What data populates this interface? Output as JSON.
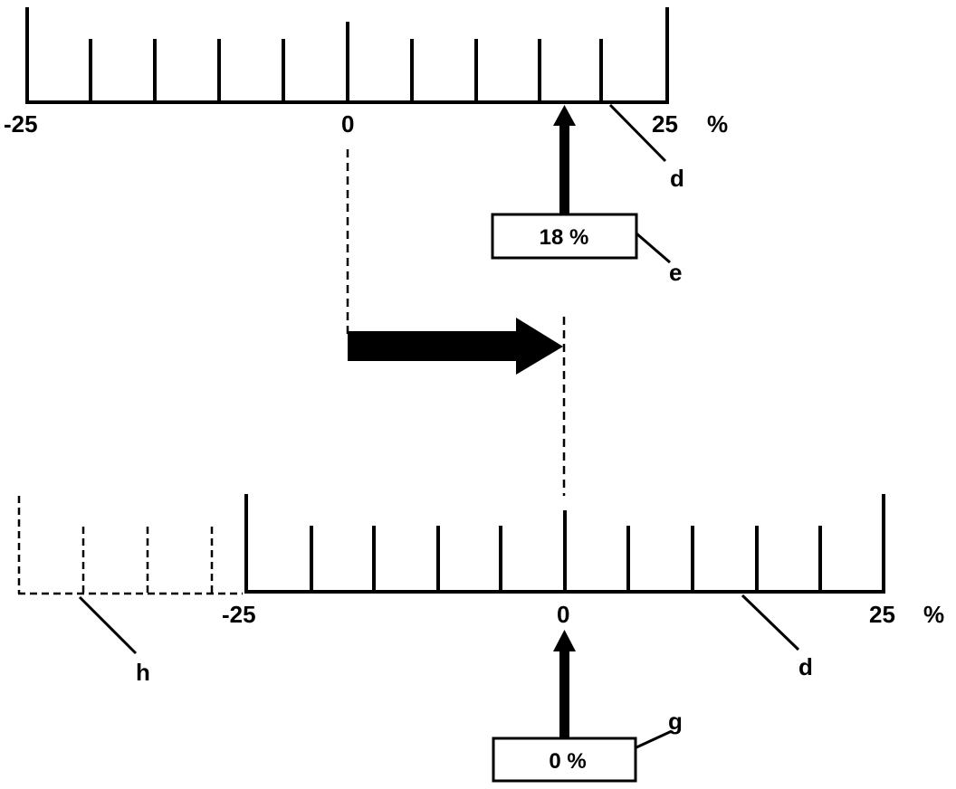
{
  "top_scale": {
    "min_label": "-25",
    "zero_label": "0",
    "max_label": "25",
    "unit": "%",
    "ref_letter": "d"
  },
  "top_readout": {
    "value_text": "18 %",
    "ref_letter": "e",
    "value": 18
  },
  "bottom_scale": {
    "min_label": "-25",
    "zero_label": "0",
    "max_label": "25",
    "unit": "%",
    "ref_letter": "d",
    "extension_ref_letter": "h"
  },
  "bottom_readout": {
    "value_text": "0 %",
    "ref_letter": "g",
    "value": 0
  }
}
